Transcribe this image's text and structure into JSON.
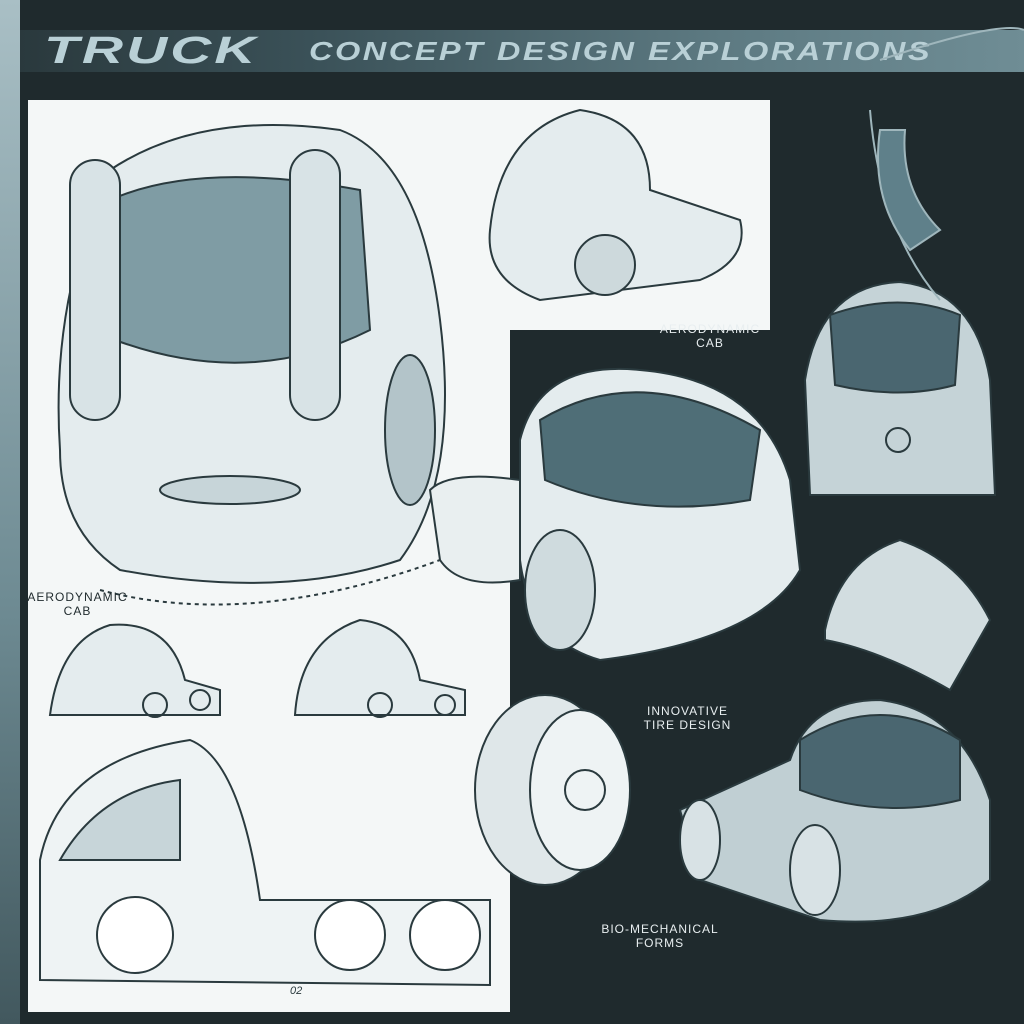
{
  "title": {
    "main": "TRUCK",
    "sub": "CONCEPT DESIGN EXPLORATIONS"
  },
  "labels": [
    {
      "line1": "AERODYNAMIC",
      "line2": "CAB"
    },
    {
      "line1": "AERODYNAMIC",
      "line2": "CAB"
    },
    {
      "line1": "INNOVATIVE",
      "line2": "TIRE DESIGN"
    },
    {
      "line1": "BIO-MECHANICAL",
      "line2": "FORMS"
    }
  ],
  "signature": "02",
  "colors": {
    "background": "#1f2a2d",
    "paper": "#f4f7f7",
    "ink": "#2a3a3e",
    "tint": "#5f808a"
  }
}
